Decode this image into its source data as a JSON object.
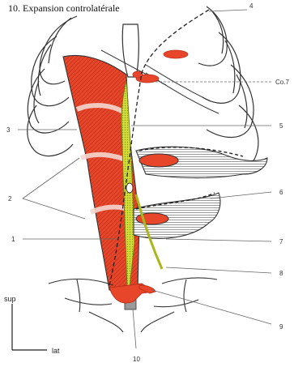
{
  "caption": "10. Expansion controlatérale",
  "colors": {
    "muscle": "#e8462a",
    "muscle_dark": "#b8301a",
    "tendon": "#f4d6cf",
    "linea_alba": "#d4de3a",
    "outline": "#333333",
    "label_line": "#666666"
  },
  "labels": {
    "l1": "1",
    "l2": "2",
    "l3": "3",
    "l4": "4",
    "l5": "5",
    "l6": "6",
    "l7": "7",
    "l8": "8",
    "l9": "9",
    "l10": "10",
    "co7": "Co.7"
  },
  "axes": {
    "vertical": "sup",
    "horizontal": "lat"
  }
}
